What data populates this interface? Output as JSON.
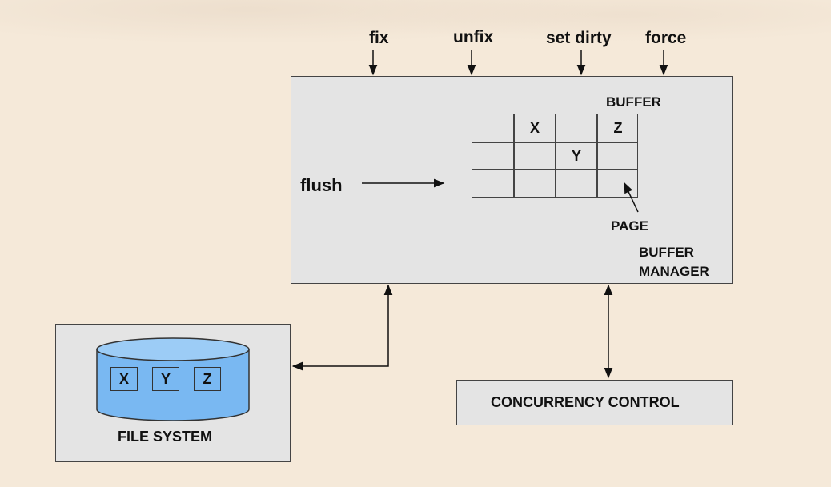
{
  "operations": {
    "fix": "fix",
    "unfix": "unfix",
    "set_dirty": "set dirty",
    "force": "force"
  },
  "buffer_manager": {
    "buffer_label": "BUFFER",
    "flush_label": "flush",
    "page_label": "PAGE",
    "title_line1": "BUFFER",
    "title_line2": "MANAGER",
    "grid": [
      [
        "",
        "X",
        "",
        "Z"
      ],
      [
        "",
        "",
        "Y",
        ""
      ],
      [
        "",
        "",
        "",
        ""
      ]
    ]
  },
  "file_system": {
    "title": "FILE SYSTEM",
    "items": [
      "X",
      "Y",
      "Z"
    ]
  },
  "concurrency_control": {
    "title": "CONCURRENCY CONTROL"
  },
  "colors": {
    "background": "#f5e9d9",
    "box_fill": "#e4e4e4",
    "database_fill": "#79b8f2"
  }
}
